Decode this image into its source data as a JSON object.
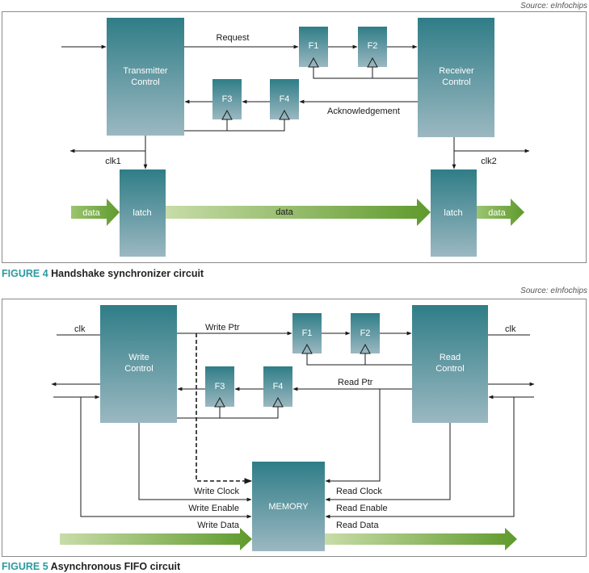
{
  "source_text": "Source: eInfochips",
  "colors": {
    "teal_top": "#2f7d87",
    "teal_bottom": "#9bb8c1",
    "arrow_light": "#c8dca8",
    "arrow_dark": "#5f9a2c",
    "caption_accent": "#2a9aa0"
  },
  "fig4": {
    "caption_number": "FIGURE 4",
    "caption_text": "Handshake synchronizer circuit",
    "blocks": {
      "transmitter_line1": "Transmitter",
      "transmitter_line2": "Control",
      "receiver_line1": "Receiver",
      "receiver_line2": "Control",
      "latch_left": "latch",
      "latch_right": "latch",
      "f1": "F1",
      "f2": "F2",
      "f3": "F3",
      "f4": "F4"
    },
    "labels": {
      "request": "Request",
      "acknowledgement": "Acknowledgement",
      "clk1": "clk1",
      "clk2": "clk2",
      "data_in": "data",
      "data_mid": "data",
      "data_out": "data"
    }
  },
  "fig5": {
    "caption_number": "FIGURE 5",
    "caption_text": "Asynchronous FIFO circuit",
    "blocks": {
      "write_line1": "Write",
      "write_line2": "Control",
      "read_line1": "Read",
      "read_line2": "Control",
      "memory": "MEMORY",
      "f1": "F1",
      "f2": "F2",
      "f3": "F3",
      "f4": "F4"
    },
    "labels": {
      "clk_left": "clk",
      "clk_right": "clk",
      "write_ptr": "Write Ptr",
      "read_ptr": "Read Ptr",
      "write_clock": "Write Clock",
      "write_enable": "Write Enable",
      "write_data": "Write Data",
      "read_clock": "Read Clock",
      "read_enable": "Read Enable",
      "read_data": "Read Data"
    }
  }
}
